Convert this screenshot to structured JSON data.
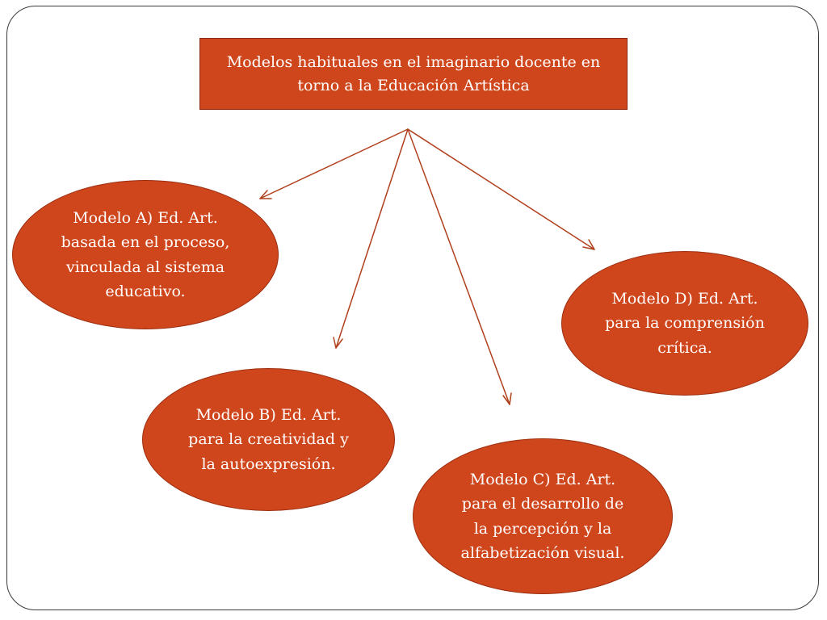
{
  "diagram": {
    "title": "Modelos habituales en el imaginario docente en torno a la Educación Artística",
    "models": [
      {
        "id": "A",
        "text": "Modelo A) Ed. Art. basada en el proceso, vinculada al sistema educativo."
      },
      {
        "id": "B",
        "text": "Modelo B) Ed. Art. para la creatividad y la autoexpresión."
      },
      {
        "id": "C",
        "text": "Modelo C) Ed. Art. para el desarrollo de la percepción y la alfabetización visual."
      },
      {
        "id": "D",
        "text": "Modelo D) Ed. Art. para la comprensión crítica."
      }
    ]
  },
  "colors": {
    "fill": "#d0461c",
    "arrow": "#b0401c",
    "frame": "#3a3a3a",
    "text": "#ffffff"
  }
}
